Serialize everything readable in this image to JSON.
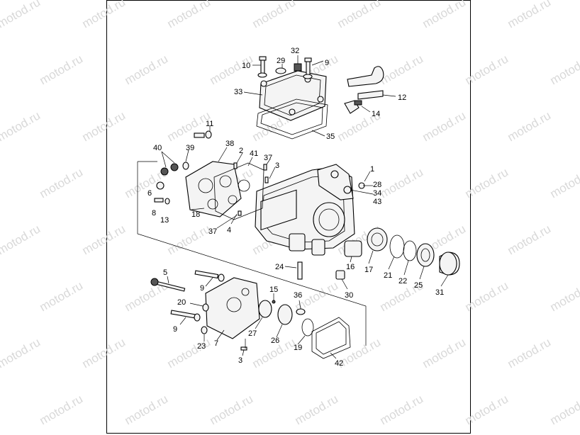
{
  "watermark": "motod.ru",
  "callouts": [
    {
      "id": "c10",
      "text": "10"
    },
    {
      "id": "c29",
      "text": "29"
    },
    {
      "id": "c32",
      "text": "32"
    },
    {
      "id": "c9a",
      "text": "9"
    },
    {
      "id": "c12",
      "text": "12"
    },
    {
      "id": "c33",
      "text": "33"
    },
    {
      "id": "c14",
      "text": "14"
    },
    {
      "id": "c35",
      "text": "35"
    },
    {
      "id": "c11",
      "text": "11"
    },
    {
      "id": "c40",
      "text": "40"
    },
    {
      "id": "c39",
      "text": "39"
    },
    {
      "id": "c38",
      "text": "38"
    },
    {
      "id": "c2",
      "text": "2"
    },
    {
      "id": "c41",
      "text": "41"
    },
    {
      "id": "c37a",
      "text": "37"
    },
    {
      "id": "c3a",
      "text": "3"
    },
    {
      "id": "c1",
      "text": "1"
    },
    {
      "id": "c28",
      "text": "28"
    },
    {
      "id": "c34",
      "text": "34"
    },
    {
      "id": "c43",
      "text": "43"
    },
    {
      "id": "c6",
      "text": "6"
    },
    {
      "id": "c8",
      "text": "8"
    },
    {
      "id": "c13",
      "text": "13"
    },
    {
      "id": "c18",
      "text": "18"
    },
    {
      "id": "c37b",
      "text": "37"
    },
    {
      "id": "c4",
      "text": "4"
    },
    {
      "id": "c17",
      "text": "17"
    },
    {
      "id": "c21",
      "text": "21"
    },
    {
      "id": "c22",
      "text": "22"
    },
    {
      "id": "c25",
      "text": "25"
    },
    {
      "id": "c31",
      "text": "31"
    },
    {
      "id": "c16",
      "text": "16"
    },
    {
      "id": "c24",
      "text": "24"
    },
    {
      "id": "c30",
      "text": "30"
    },
    {
      "id": "c5",
      "text": "5"
    },
    {
      "id": "c9b",
      "text": "9"
    },
    {
      "id": "c15",
      "text": "15"
    },
    {
      "id": "c36",
      "text": "36"
    },
    {
      "id": "c20",
      "text": "20"
    },
    {
      "id": "c9c",
      "text": "9"
    },
    {
      "id": "c27",
      "text": "27"
    },
    {
      "id": "c26",
      "text": "26"
    },
    {
      "id": "c23",
      "text": "23"
    },
    {
      "id": "c7",
      "text": "7"
    },
    {
      "id": "c19",
      "text": "19"
    },
    {
      "id": "c3b",
      "text": "3"
    },
    {
      "id": "c42",
      "text": "42"
    }
  ]
}
